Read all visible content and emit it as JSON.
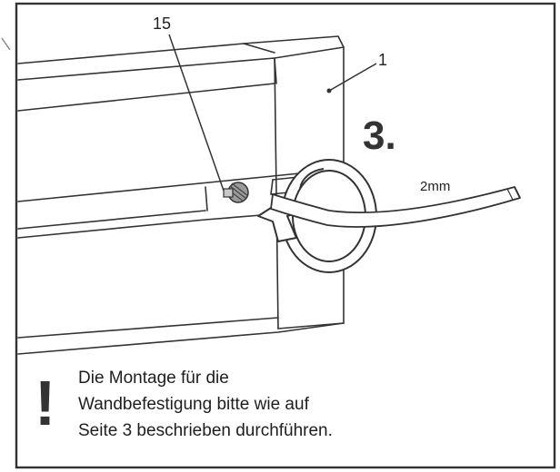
{
  "diagram": {
    "step_label": "3.",
    "callouts": {
      "screw_part": "15",
      "panel_part": "1",
      "tool_size": "2mm"
    },
    "warning_symbol": "!",
    "instruction_lines": [
      "Die Montage für die",
      "Wandbefestigung bitte wie auf",
      "Seite 3 beschrieben durchführen."
    ]
  }
}
